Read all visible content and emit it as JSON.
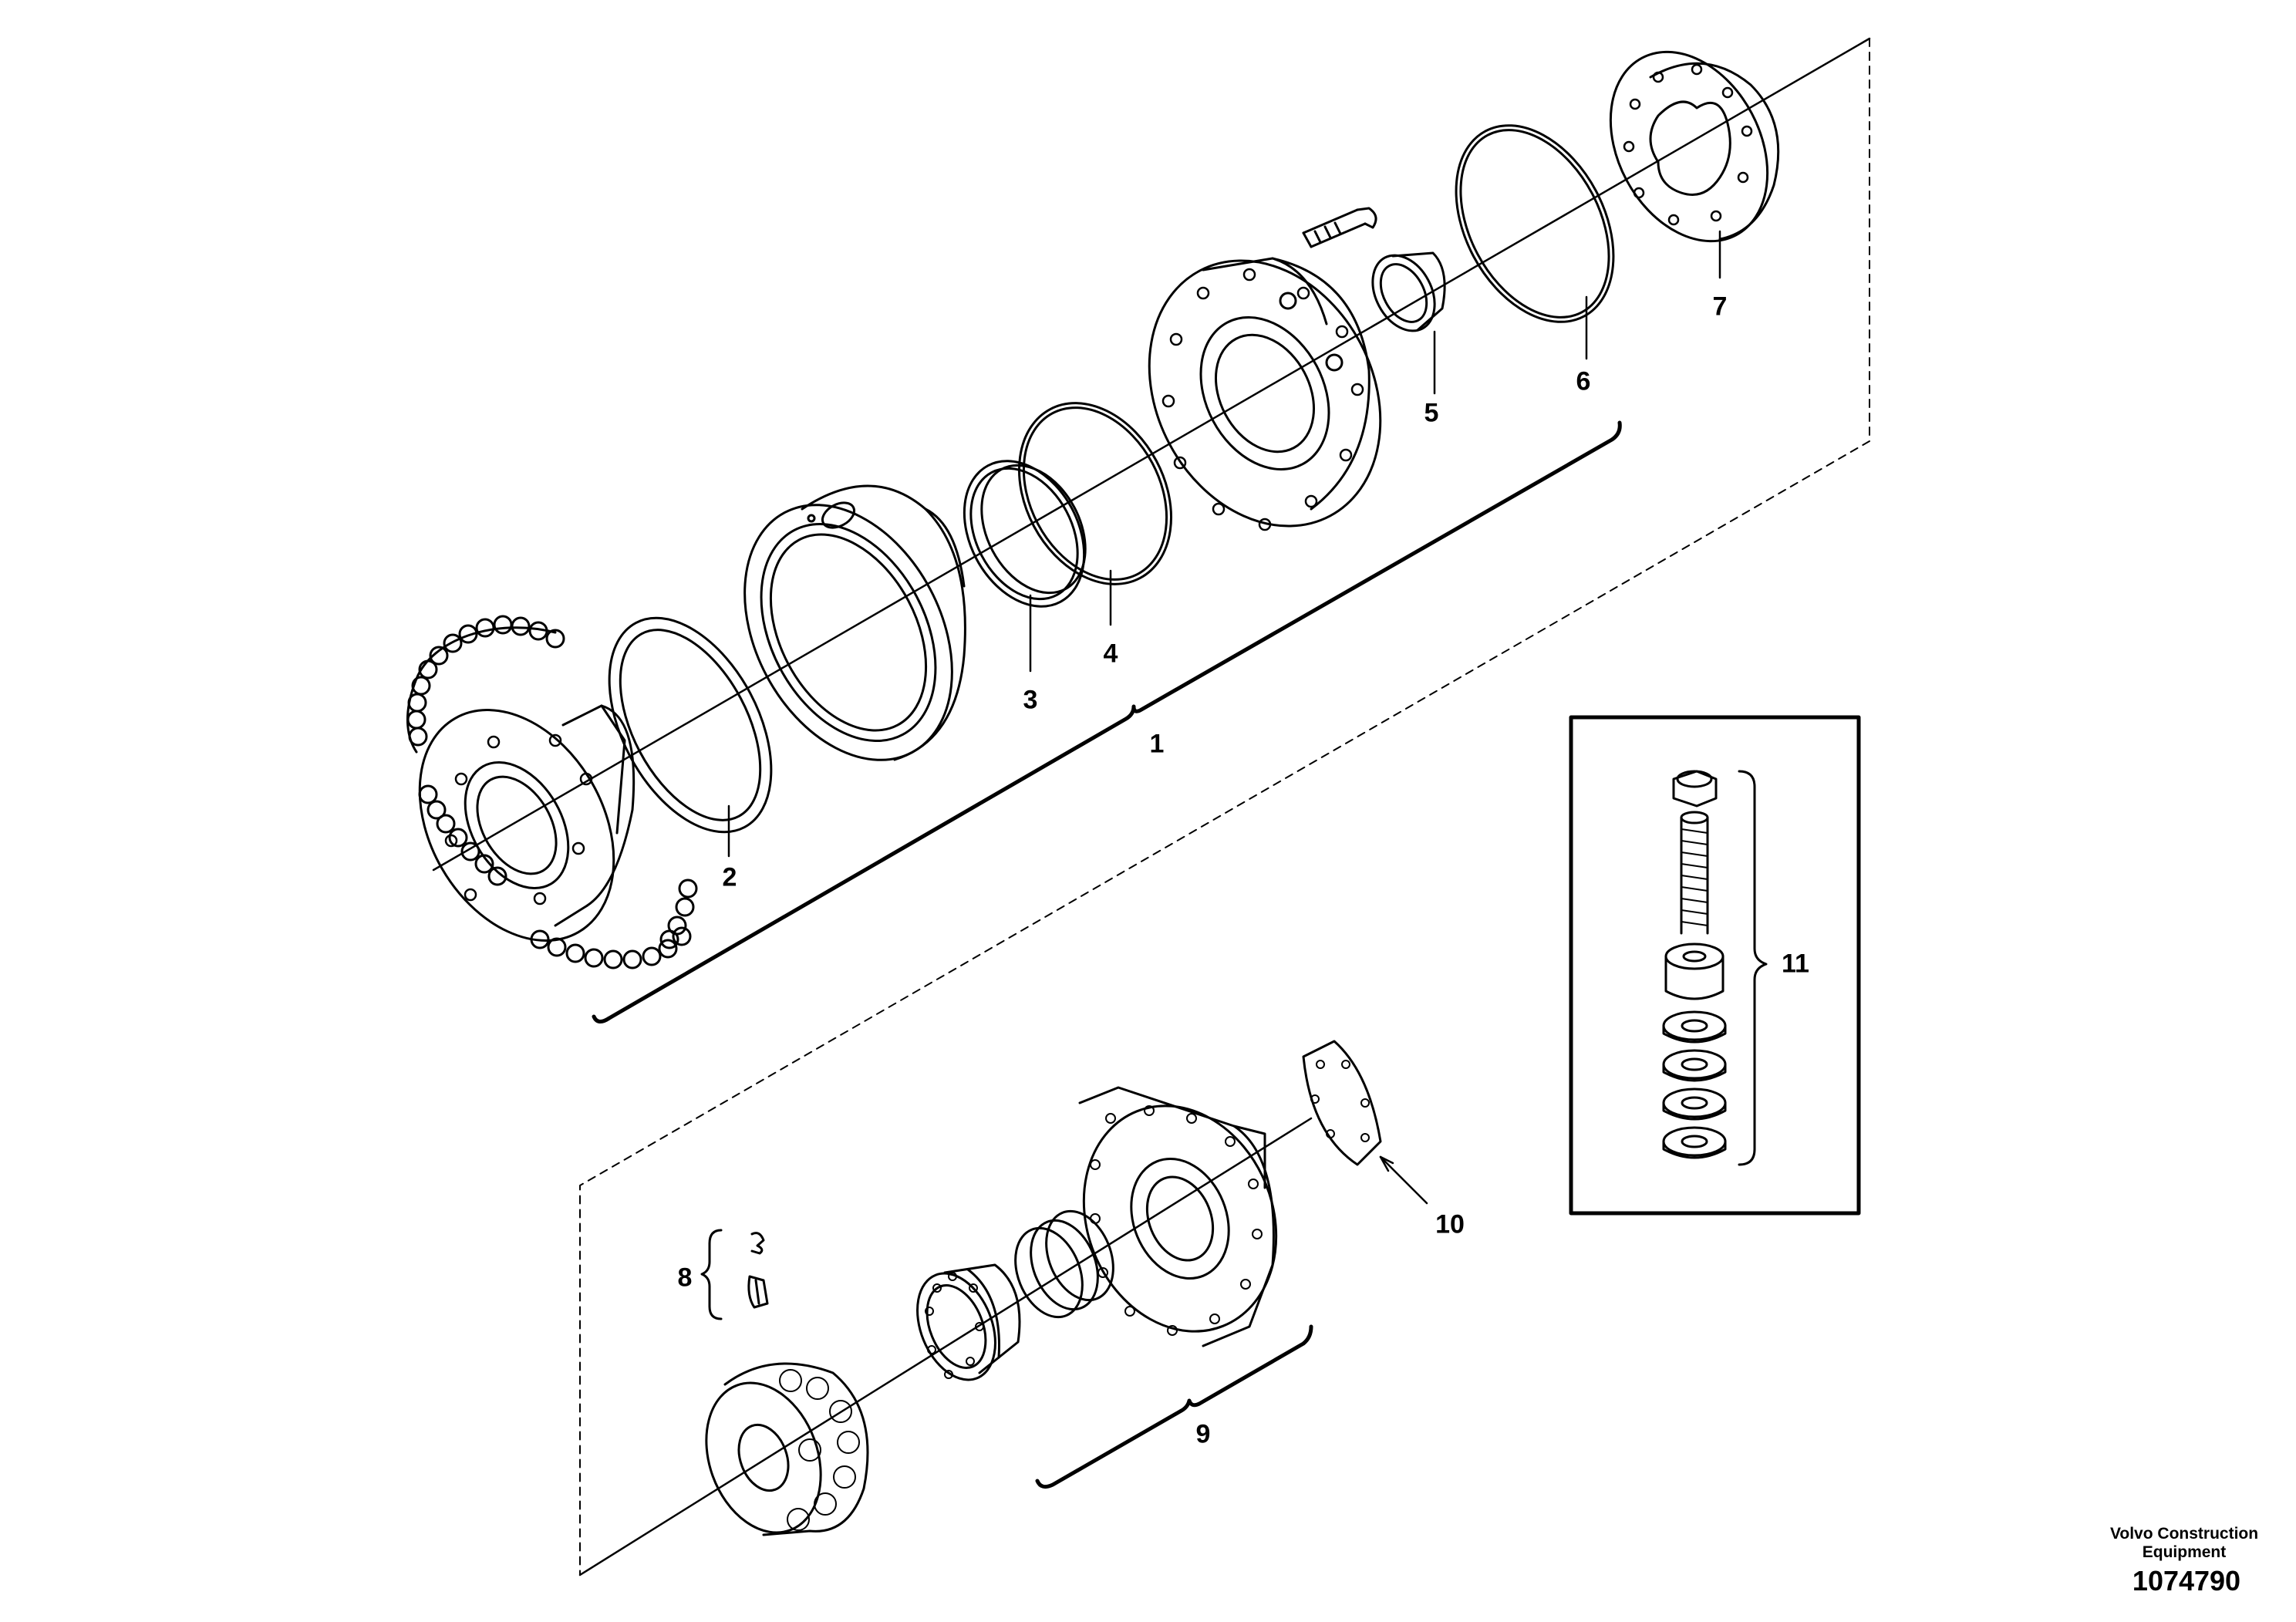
{
  "callouts": {
    "c1": "1",
    "c2": "2",
    "c3": "3",
    "c4": "4",
    "c5": "5",
    "c6": "6",
    "c7": "7",
    "c8": "8",
    "c9": "9",
    "c10": "10",
    "c11": "11"
  },
  "footer": {
    "company_line1": "Volvo Construction",
    "company_line2": "Equipment",
    "drawing_number": "1074790"
  }
}
